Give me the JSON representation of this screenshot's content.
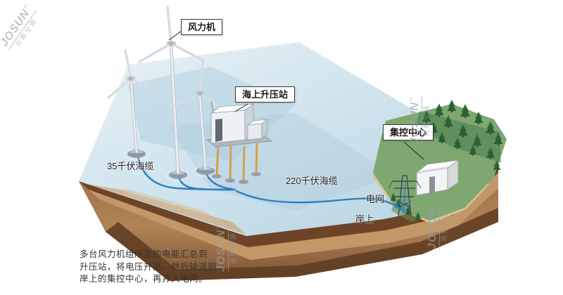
{
  "callouts": {
    "wind_turbine": "风力机",
    "offshore_substation": "海上升压站",
    "control_center": "集控中心"
  },
  "inline_labels": {
    "cable_35kv": "35千伏海缆",
    "cable_220kv": "220千伏海缆",
    "power_grid": "电网",
    "onshore": "岸上"
  },
  "caption": {
    "line1": "多台风力机组所发的电能汇总到",
    "line2": "升压站，将电压升高，然后输送到",
    "line3": "岸上的集控中心，再并入电网。"
  },
  "watermark": {
    "brand": "JOSUN",
    "tm": "™",
    "brand_cn": "兆胜空调"
  },
  "colors": {
    "sea": "#cfe3ed",
    "cable_blue": "#2b7fc2",
    "land_green": "#7fa770",
    "earth_brown": "#a97c50",
    "substation_leg_yellow": "#d2a245",
    "watermark_gray": "#9aa1a8",
    "label_border": "#3a3a3a"
  }
}
